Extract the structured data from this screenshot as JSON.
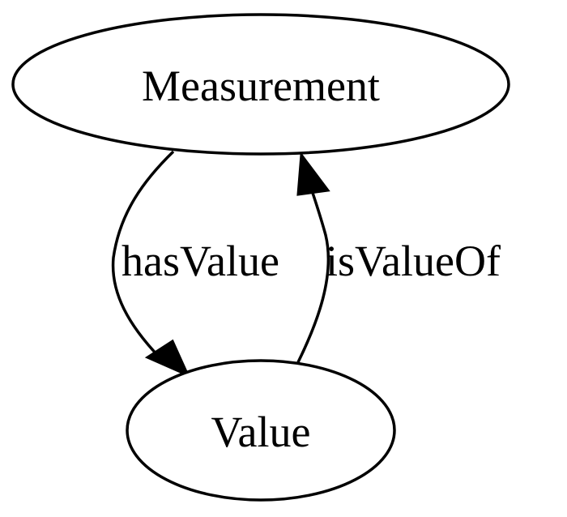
{
  "nodes": {
    "measurement": {
      "label": "Measurement"
    },
    "value": {
      "label": "Value"
    }
  },
  "edges": {
    "has_value": {
      "label": "hasValue",
      "from": "Measurement",
      "to": "Value"
    },
    "is_value_of": {
      "label": "isValueOf",
      "from": "Value",
      "to": "Measurement"
    }
  },
  "colors": {
    "stroke": "#000000",
    "background": "#ffffff"
  }
}
